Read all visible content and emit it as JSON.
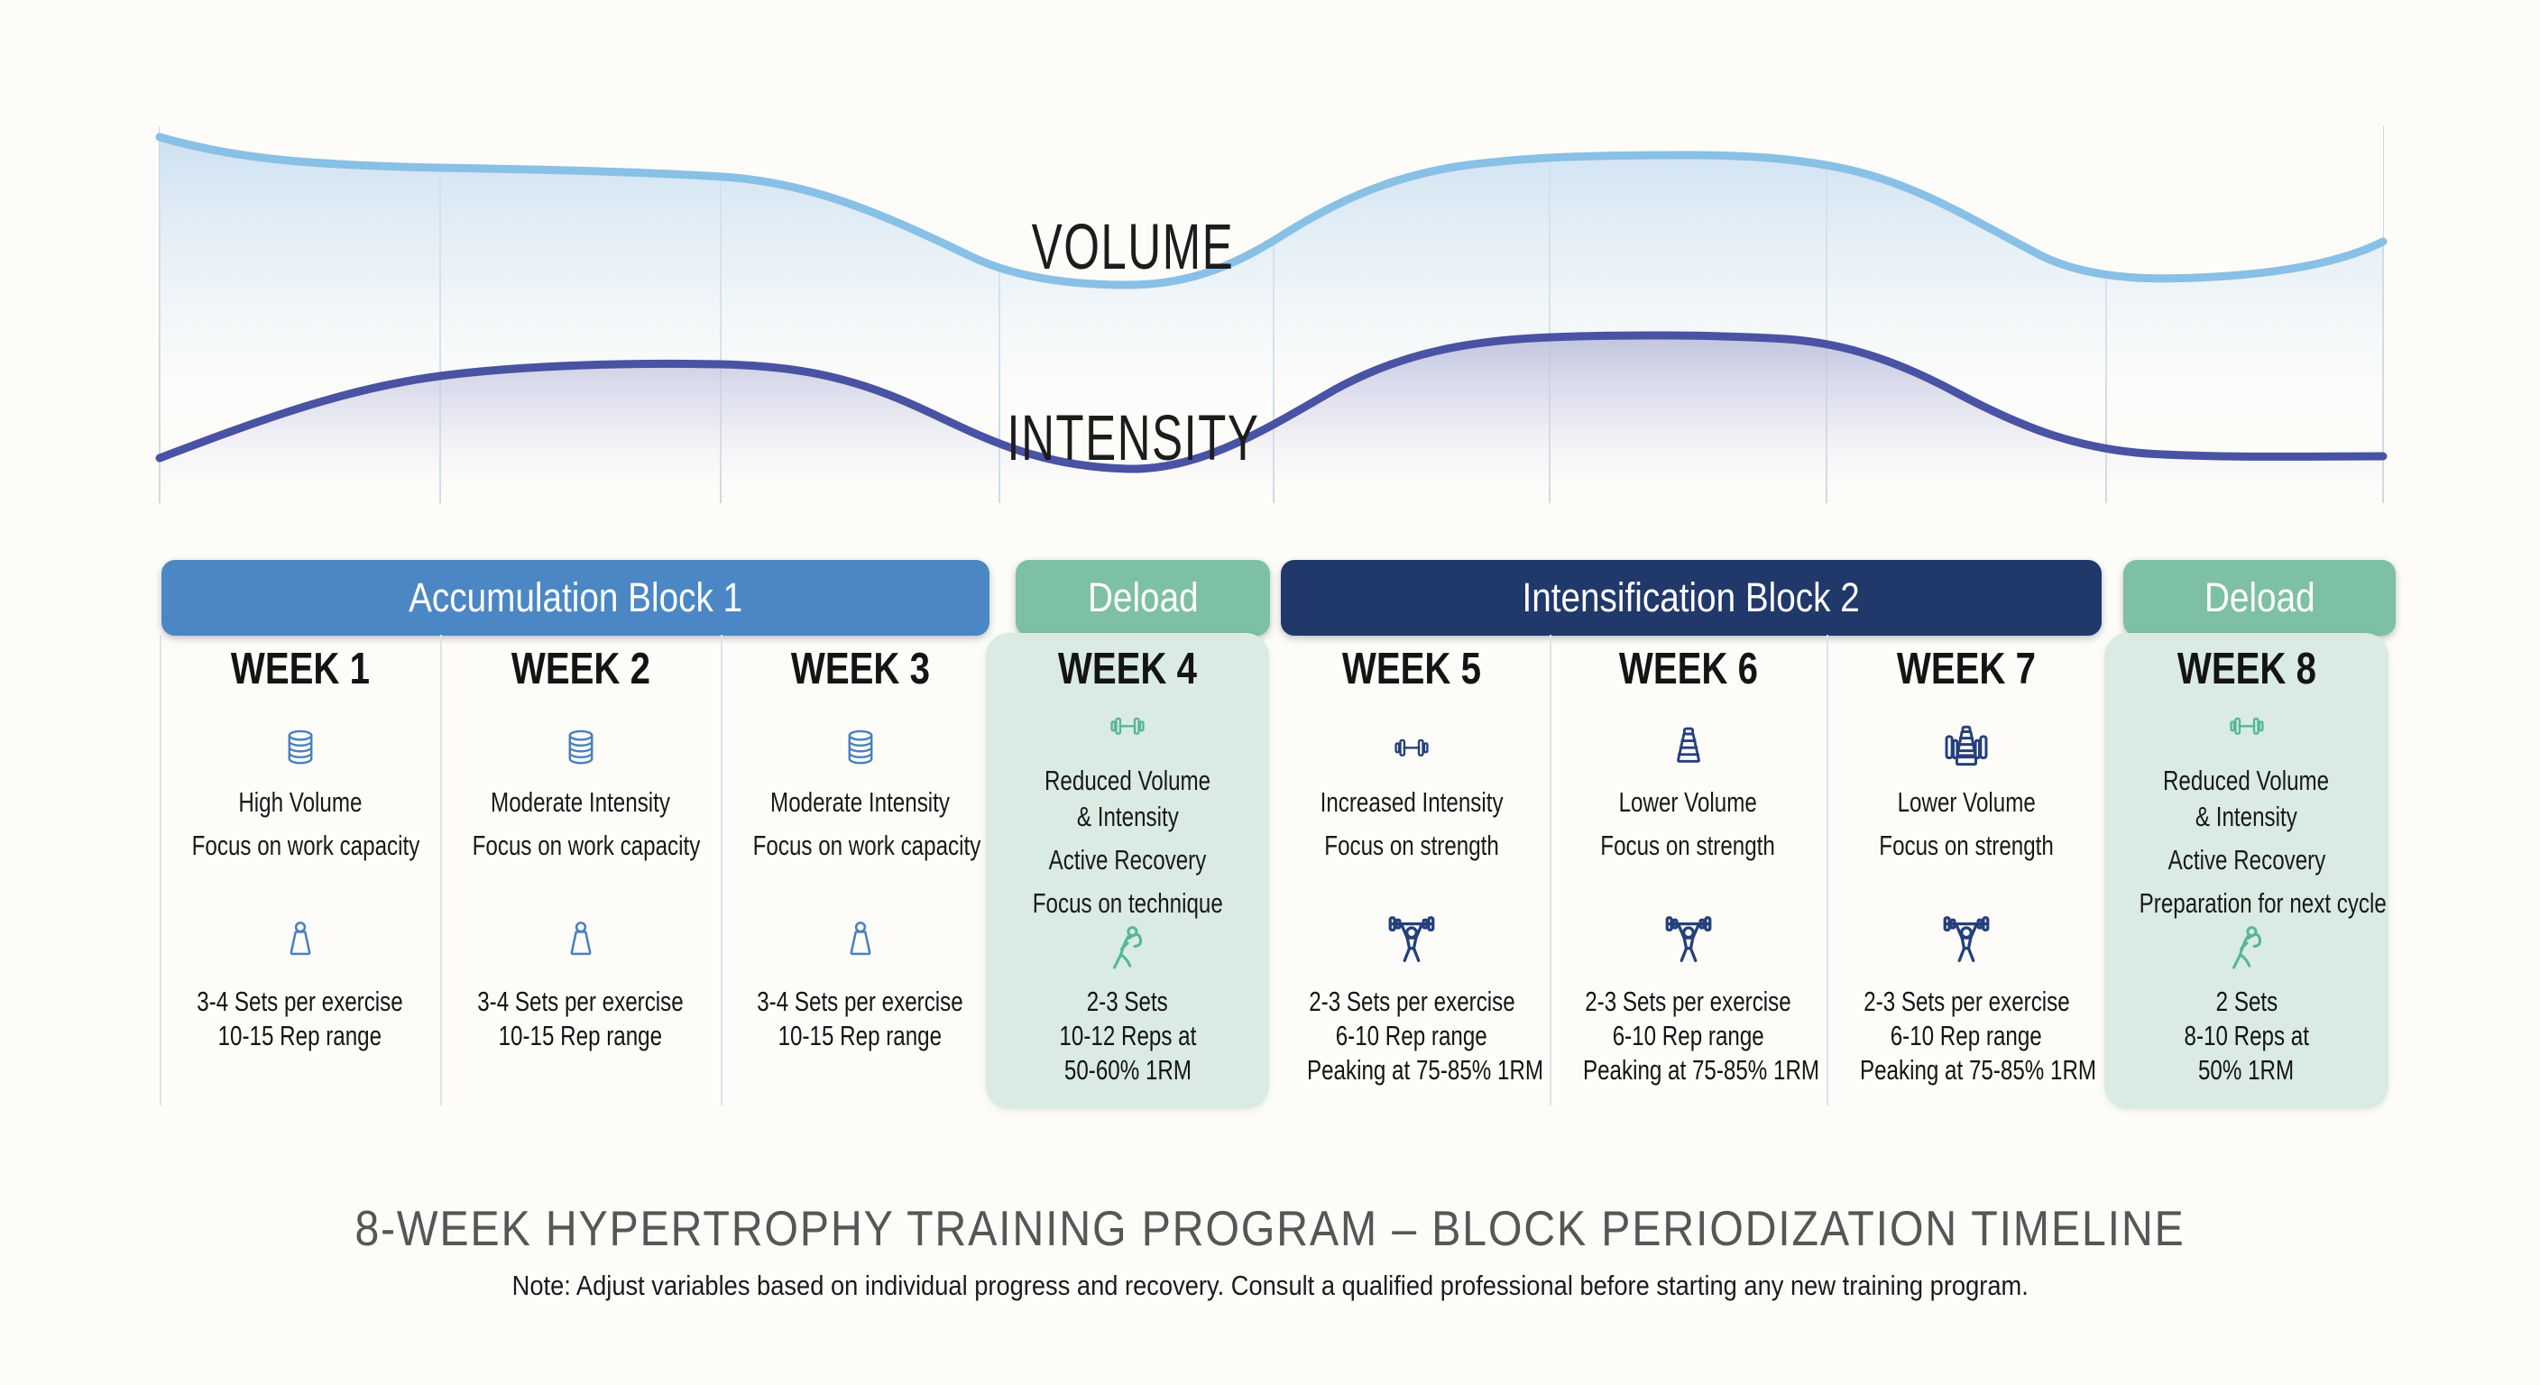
{
  "chart": {
    "volume_label": "VOLUME",
    "intensity_label": "INTENSITY",
    "weekly_levels": {
      "volume": [
        95,
        92,
        90,
        56,
        92,
        93,
        91,
        57
      ],
      "intensity": [
        34,
        56,
        57,
        27,
        71,
        72,
        55,
        30
      ]
    }
  },
  "colors": {
    "accumulation_blue": "#4b87c5",
    "deload_green": "#7ec0a3",
    "intensification_navy": "#21386b",
    "deload_card_mint": "#d9ebe2",
    "volume_line": "#88c0e6",
    "intensity_line": "#4a52a4",
    "icon_blue": "#4a80bf",
    "icon_navy": "#24407c",
    "icon_green": "#57b795",
    "gridline": "#cfd8e0"
  },
  "blocks": [
    {
      "label": "Accumulation Block 1",
      "color": "#4b87c5"
    },
    {
      "label": "Deload",
      "color": "#7ec0a3"
    },
    {
      "label": "Intensification Block 2",
      "color": "#21386b"
    },
    {
      "label": "Deload",
      "color": "#7ec0a3"
    }
  ],
  "weeks": [
    {
      "label": "WEEK 1",
      "deload": false,
      "icon_color": "#4a80bf",
      "top_icon": "plate-stack-icon",
      "bottom_icon": "weight-icon",
      "focus": [
        [
          "High Volume"
        ],
        [
          "Focus on work capacity"
        ]
      ],
      "sets": [
        "3-4 Sets per exercise",
        "10-15 Rep range"
      ]
    },
    {
      "label": "WEEK 2",
      "deload": false,
      "icon_color": "#4a80bf",
      "top_icon": "plate-stack-icon",
      "bottom_icon": "weight-icon",
      "focus": [
        [
          "Moderate Intensity"
        ],
        [
          "Focus on work capacity"
        ]
      ],
      "sets": [
        "3-4 Sets per exercise",
        "10-15 Rep range"
      ]
    },
    {
      "label": "WEEK 3",
      "deload": false,
      "icon_color": "#4a80bf",
      "top_icon": "plate-stack-icon",
      "bottom_icon": "weight-icon",
      "focus": [
        [
          "Moderate Intensity"
        ],
        [
          "Focus on work capacity"
        ]
      ],
      "sets": [
        "3-4 Sets per exercise",
        "10-15 Rep range"
      ]
    },
    {
      "label": "WEEK 4",
      "deload": true,
      "icon_color": "#57b795",
      "top_icon": "dumbbell-icon",
      "bottom_icon": "stretching-icon",
      "focus": [
        [
          "Reduced Volume",
          "& Intensity"
        ],
        [
          "Active Recovery"
        ],
        [
          "Focus on technique"
        ]
      ],
      "sets": [
        "2-3 Sets",
        "10-12 Reps at",
        "50-60% 1RM"
      ]
    },
    {
      "label": "WEEK 5",
      "deload": false,
      "icon_color": "#24407c",
      "top_icon": "dumbbell-icon",
      "bottom_icon": "overhead-press-icon",
      "focus": [
        [
          "Increased Intensity"
        ],
        [
          "Focus on strength"
        ]
      ],
      "sets": [
        "2-3 Sets per exercise",
        "6-10 Rep range",
        "Peaking at 75-85% 1RM"
      ]
    },
    {
      "label": "WEEK 6",
      "deload": false,
      "icon_color": "#24407c",
      "top_icon": "weight-pyramid-icon",
      "bottom_icon": "overhead-press-icon",
      "focus": [
        [
          "Lower Volume"
        ],
        [
          "Focus on strength"
        ]
      ],
      "sets": [
        "2-3 Sets per exercise",
        "6-10 Rep range",
        "Peaking at 75-85% 1RM"
      ]
    },
    {
      "label": "WEEK 7",
      "deload": false,
      "icon_color": "#24407c",
      "top_icon": "weight-plates-icon",
      "bottom_icon": "overhead-press-icon",
      "focus": [
        [
          "Lower Volume"
        ],
        [
          "Focus on strength"
        ]
      ],
      "sets": [
        "2-3 Sets per exercise",
        "6-10 Rep range",
        "Peaking at 75-85% 1RM"
      ]
    },
    {
      "label": "WEEK 8",
      "deload": true,
      "icon_color": "#57b795",
      "top_icon": "dumbbell-icon",
      "bottom_icon": "stretching-icon",
      "focus": [
        [
          "Reduced Volume",
          "& Intensity"
        ],
        [
          "Active Recovery"
        ],
        [
          "Preparation for next cycle"
        ]
      ],
      "sets": [
        "2 Sets",
        "8-10 Reps at",
        "50% 1RM"
      ]
    }
  ],
  "footer": {
    "title": "8-WEEK HYPERTROPHY TRAINING PROGRAM – BLOCK PERIODIZATION TIMELINE",
    "note": "Note: Adjust variables based on individual progress and recovery. Consult a qualified professional before starting any new training program."
  }
}
